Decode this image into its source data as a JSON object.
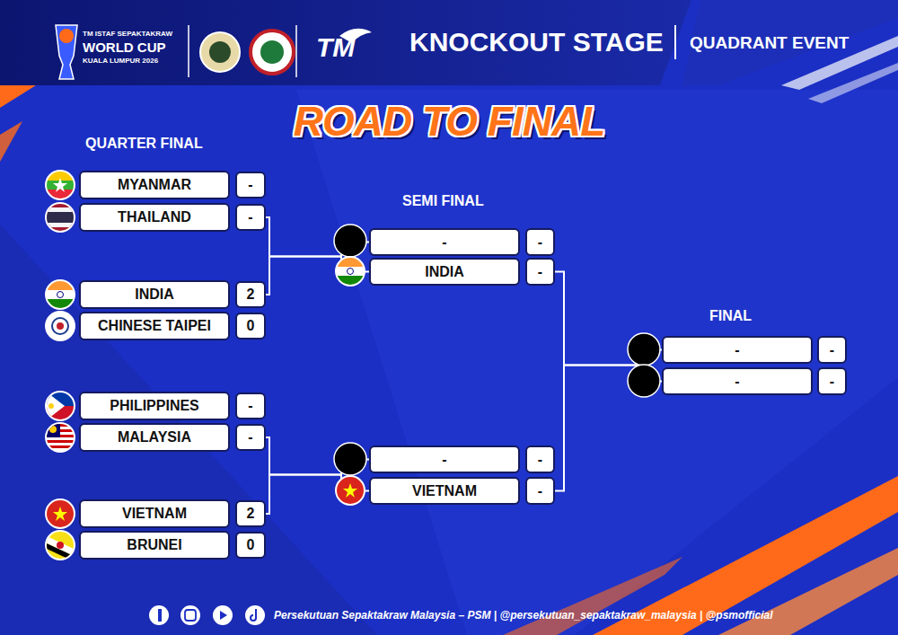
{
  "diagram": {
    "title": "ROAD TO FINAL",
    "nodes": [
      {
        "text": [
          "MYANMAR"
        ]
      },
      {
        "text": [
          "-"
        ]
      },
      {
        "text": [
          "THAILAND"
        ]
      },
      {
        "text": [
          "-"
        ]
      },
      {
        "text": [
          "INDIA"
        ]
      },
      {
        "text": [
          "2"
        ]
      },
      {
        "text": [
          "CHINESE TAIPEI"
        ]
      },
      {
        "text": [
          "0"
        ]
      },
      {
        "text": [
          "PHILIPPINES"
        ]
      },
      {
        "text": [
          "-"
        ]
      },
      {
        "text": [
          "MALAYSIA"
        ]
      },
      {
        "text": [
          "-"
        ]
      },
      {
        "text": [
          "VIETNAM"
        ]
      },
      {
        "text": [
          "2"
        ]
      },
      {
        "text": [
          "BRUNEI"
        ]
      },
      {
        "text": [
          "0"
        ]
      },
      {
        "text": [
          "-"
        ]
      },
      {
        "text": [
          "-"
        ]
      },
      {
        "text": [
          "INDIA"
        ]
      },
      {
        "text": [
          "-"
        ]
      },
      {
        "text": [
          "-"
        ]
      },
      {
        "text": [
          "-"
        ]
      },
      {
        "text": [
          "VIETNAM"
        ]
      },
      {
        "text": [
          "-"
        ]
      },
      {
        "text": [
          "-"
        ]
      },
      {
        "text": [
          "-"
        ]
      },
      {
        "text": [
          "-"
        ]
      },
      {
        "text": [
          "-"
        ]
      }
    ],
    "edges": [
      {
        "from": 3,
        "to": 16,
        "arrow": "none"
      },
      {
        "from": 5,
        "to": 18,
        "arrow": "none"
      },
      {
        "from": 11,
        "to": 20,
        "arrow": "none"
      },
      {
        "from": 13,
        "to": 22,
        "arrow": "none"
      },
      {
        "from": 19,
        "to": 24,
        "arrow": "none"
      },
      {
        "from": 23,
        "to": 26,
        "arrow": "none"
      }
    ],
    "labels": [
      "TM ISTAF SEPAKTAKRAW",
      "WORLD CUP",
      "KUALA LUMPUR 2026",
      "TM",
      "KNOCKOUT STAGE",
      "QUADRANT EVENT",
      "QUARTER FINAL",
      "SEMI FINAL",
      "FINAL",
      "Persekutuan Sepaktakraw Malaysia – PSM | @persekutuan_sepaktakraw_malaysia | @psmofficial"
    ]
  }
}
